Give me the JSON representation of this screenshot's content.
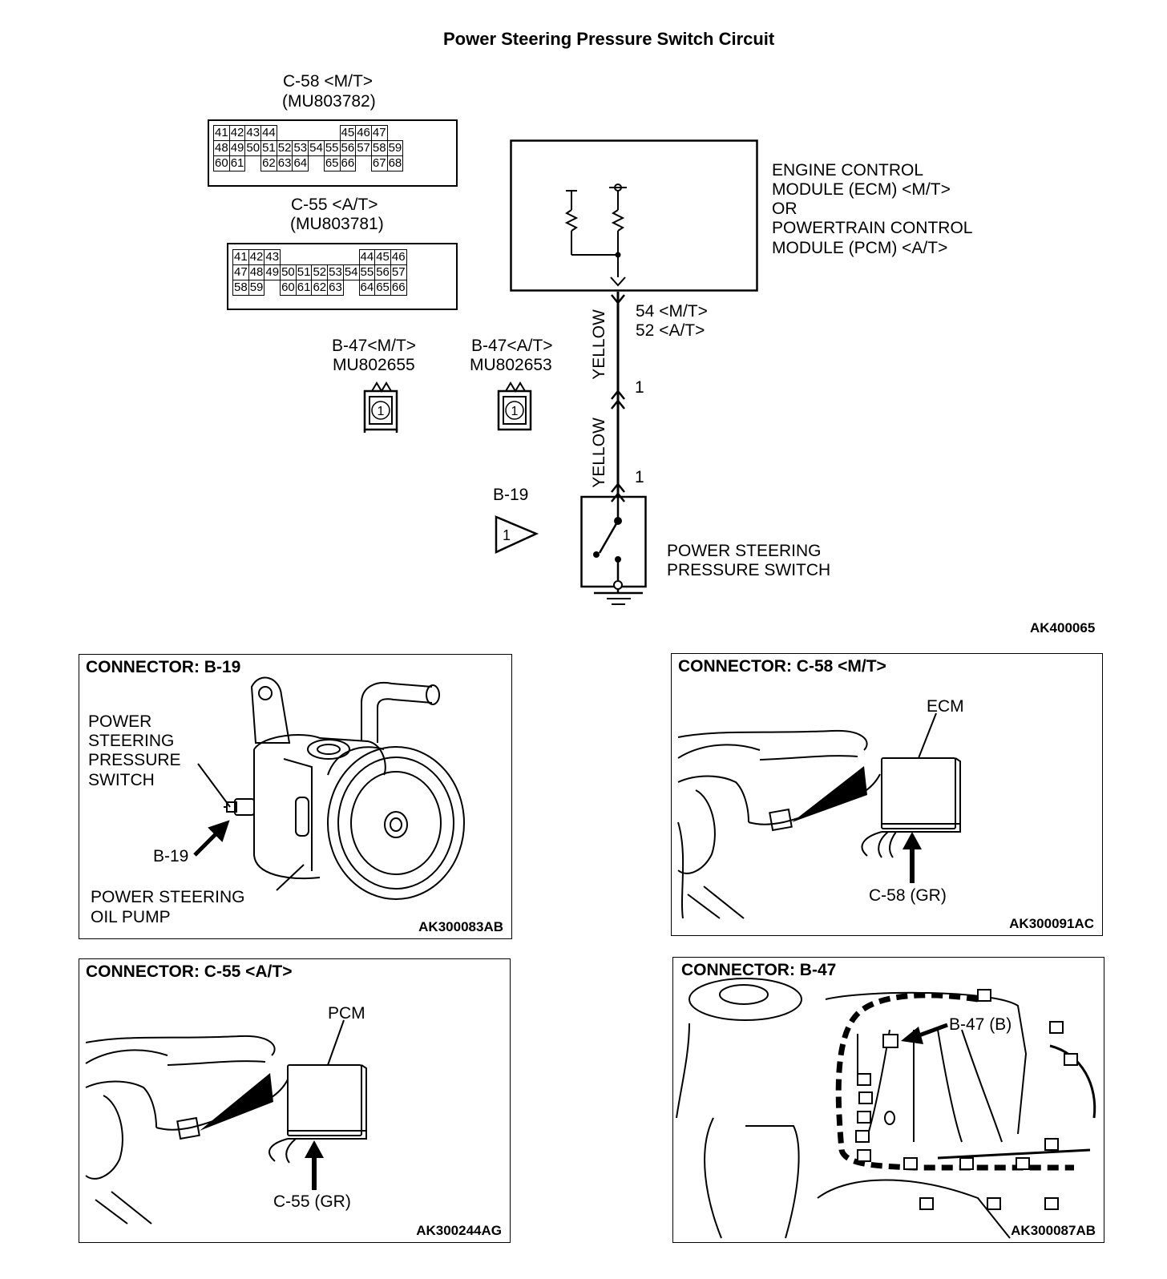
{
  "diagram": {
    "title": "Power Steering Pressure Switch Circuit",
    "code": "AK400065",
    "c58": {
      "label": "C-58 <M/T>",
      "part": "(MU803782)",
      "rows": [
        [
          "41",
          "42",
          "43",
          "44",
          "",
          "",
          "",
          "",
          "45",
          "46",
          "47"
        ],
        [
          "48",
          "49",
          "50",
          "51",
          "52",
          "53",
          "54",
          "55",
          "56",
          "57",
          "58",
          "59"
        ],
        [
          "60",
          "61",
          "",
          "62",
          "63",
          "64",
          "",
          "65",
          "66",
          "",
          "67",
          "68"
        ]
      ]
    },
    "c55": {
      "label": "C-55 <A/T>",
      "part": "(MU803781)",
      "rows": [
        [
          "41",
          "42",
          "43",
          "",
          "",
          "",
          "",
          "",
          "44",
          "45",
          "46"
        ],
        [
          "47",
          "48",
          "49",
          "50",
          "51",
          "52",
          "53",
          "54",
          "55",
          "56",
          "57"
        ],
        [
          "58",
          "59",
          "",
          "60",
          "61",
          "62",
          "63",
          "",
          "64",
          "65",
          "66"
        ]
      ]
    },
    "b47_mt": {
      "label": "B-47<M/T>",
      "part": "MU802655",
      "pin": "1"
    },
    "b47_at": {
      "label": "B-47<A/T>",
      "part": "MU802653",
      "pin": "1"
    },
    "ecm": {
      "line1": "ENGINE CONTROL",
      "line2": "MODULE (ECM) <M/T>",
      "line3": "OR",
      "line4": "POWERTRAIN CONTROL",
      "line5": "MODULE (PCM) <A/T>"
    },
    "wire": {
      "color_upper": "YELLOW",
      "color_lower": "YELLOW",
      "term_mt": "54 <M/T>",
      "term_at": "52 <A/T>",
      "pin_upper": "1",
      "pin_lower": "1"
    },
    "b19": {
      "label": "B-19",
      "pin": "1"
    },
    "switch": {
      "line1": "POWER STEERING",
      "line2": "PRESSURE SWITCH"
    }
  },
  "panels": {
    "b19": {
      "title": "CONNECTOR: B-19",
      "switch_label": [
        "POWER",
        "STEERING",
        "PRESSURE",
        "SWITCH"
      ],
      "arrow_label": "B-19",
      "pump_label": [
        "POWER STEERING",
        "OIL PUMP"
      ],
      "code": "AK300083AB"
    },
    "c58": {
      "title": "CONNECTOR: C-58 <M/T>",
      "module_label": "ECM",
      "arrow_label": "C-58 (GR)",
      "code": "AK300091AC"
    },
    "c55": {
      "title": "CONNECTOR: C-55 <A/T>",
      "module_label": "PCM",
      "arrow_label": "C-55 (GR)",
      "code": "AK300244AG"
    },
    "b47": {
      "title": "CONNECTOR: B-47",
      "arrow_label": "B-47 (B)",
      "code": "AK300087AB"
    }
  }
}
